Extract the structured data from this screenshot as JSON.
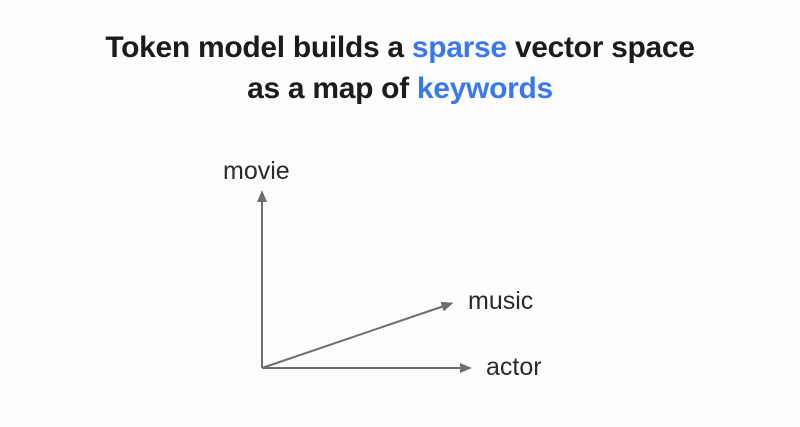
{
  "title": {
    "line1_prefix": "Token model builds a ",
    "line1_accent": "sparse",
    "line1_suffix": " vector space",
    "line2_prefix": "as a map of ",
    "line2_accent": "keywords"
  },
  "diagram": {
    "labels": {
      "y_axis": "movie",
      "vector": "music",
      "x_axis": "actor"
    },
    "arrow_color": "#6e6e6e"
  },
  "colors": {
    "accent_blue": "#3b78ee",
    "title_text": "#1c1c1c",
    "label_text": "#2a2a2a",
    "background": "#fdfdfd"
  }
}
